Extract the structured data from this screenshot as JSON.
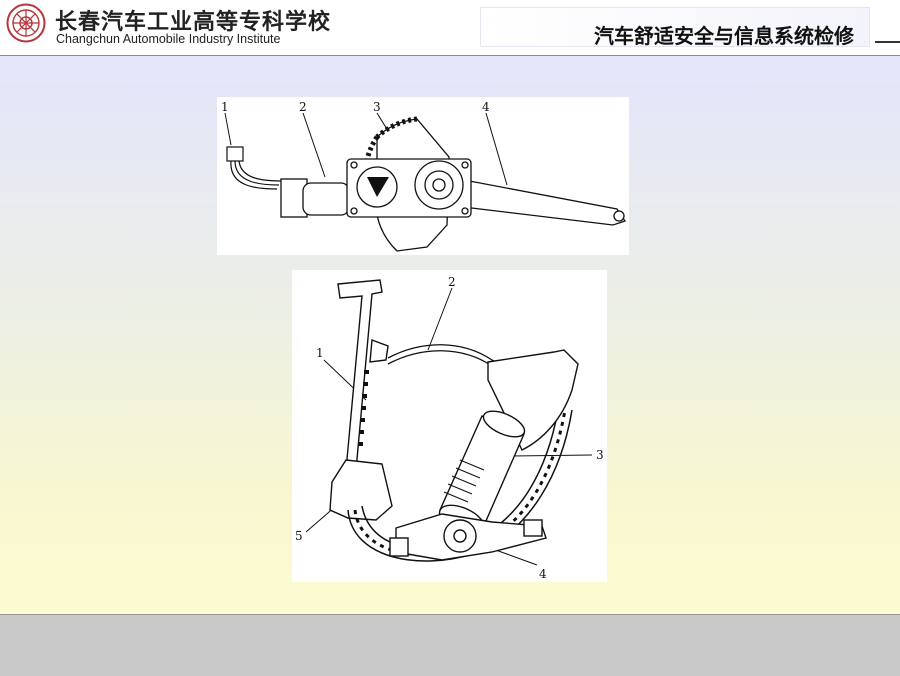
{
  "header": {
    "logo_cn": "长春汽车工业高等专科学校",
    "logo_en": "Changchun Automobile Industry Institute",
    "course_title": "汽车舒适安全与信息系统检修"
  },
  "figure_top": {
    "callouts": [
      "1",
      "2",
      "3",
      "4"
    ]
  },
  "figure_bottom": {
    "callouts": [
      "1",
      "2",
      "3",
      "4",
      "5"
    ]
  },
  "colors": {
    "slide_top": "#e3e5fb",
    "slide_bottom": "#fdfbd0",
    "bottom_band": "#c8c8c8"
  }
}
